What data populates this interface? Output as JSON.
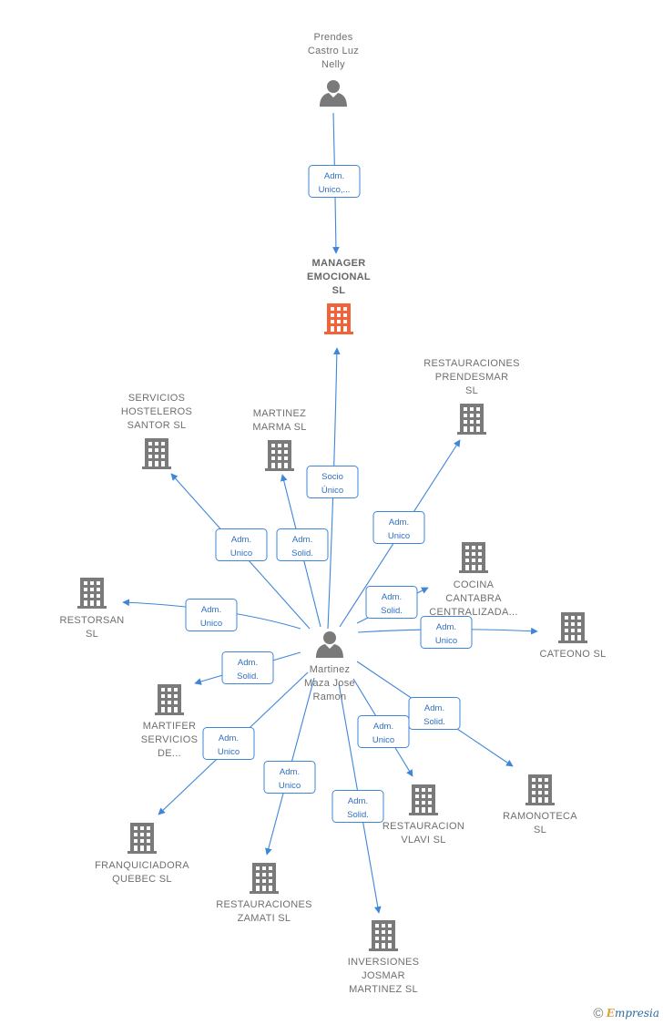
{
  "colors": {
    "edge": "#3f86d8",
    "node": "#7a7a7a",
    "focus": "#f2633a"
  },
  "people": [
    {
      "id": "prendes",
      "label": [
        "Prendes",
        "Castro Luz",
        "Nelly"
      ],
      "icon": "person-icon"
    },
    {
      "id": "martinez",
      "label": [
        "Martinez",
        "Maza Jose",
        "Ramon"
      ],
      "icon": "person-icon"
    }
  ],
  "companies": [
    {
      "id": "manager",
      "label": [
        "MANAGER",
        "EMOCIONAL",
        "SL"
      ],
      "focus": true,
      "icon": "building-icon"
    },
    {
      "id": "restprendesmar",
      "label": [
        "RESTAURACIONES",
        "PRENDESMAR",
        "SL"
      ],
      "icon": "building-icon"
    },
    {
      "id": "servicios",
      "label": [
        "SERVICIOS",
        "HOSTELEROS",
        "SANTOR  SL"
      ],
      "icon": "building-icon"
    },
    {
      "id": "marma",
      "label": [
        "MARTINEZ",
        "MARMA  SL"
      ],
      "icon": "building-icon"
    },
    {
      "id": "cocina",
      "label": [
        "COCINA",
        "CANTABRA",
        "CENTRALIZADA..."
      ],
      "icon": "building-icon"
    },
    {
      "id": "restorsan",
      "label": [
        "RESTORSAN",
        "SL"
      ],
      "icon": "building-icon"
    },
    {
      "id": "cateono",
      "label": [
        "CATEONO  SL"
      ],
      "icon": "building-icon"
    },
    {
      "id": "martifer",
      "label": [
        "MARTIFER",
        "SERVICIOS",
        "DE..."
      ],
      "icon": "building-icon"
    },
    {
      "id": "ramonoteca",
      "label": [
        "RAMONOTECA",
        "SL"
      ],
      "icon": "building-icon"
    },
    {
      "id": "vlavi",
      "label": [
        "RESTAURACION",
        "VLAVI  SL"
      ],
      "icon": "building-icon"
    },
    {
      "id": "franquiciadora",
      "label": [
        "FRANQUICIADORA",
        "QUEBEC  SL"
      ],
      "icon": "building-icon"
    },
    {
      "id": "zamati",
      "label": [
        "RESTAURACIONES",
        "ZAMATI  SL"
      ],
      "icon": "building-icon"
    },
    {
      "id": "josmar",
      "label": [
        "INVERSIONES",
        "JOSMAR",
        "MARTINEZ  SL"
      ],
      "icon": "building-icon"
    }
  ],
  "edges": [
    {
      "from": "prendes",
      "to": "manager",
      "label": [
        "Adm.",
        "Unico,..."
      ]
    },
    {
      "from": "martinez",
      "to": "manager",
      "label": [
        "Socio",
        "Único"
      ]
    },
    {
      "from": "martinez",
      "to": "restprendesmar",
      "label": [
        "Adm.",
        "Unico"
      ]
    },
    {
      "from": "martinez",
      "to": "servicios",
      "label": [
        "Adm.",
        "Unico"
      ]
    },
    {
      "from": "martinez",
      "to": "marma",
      "label": [
        "Adm.",
        "Solid."
      ]
    },
    {
      "from": "martinez",
      "to": "cocina",
      "label": [
        "Adm.",
        "Solid."
      ]
    },
    {
      "from": "martinez",
      "to": "restorsan",
      "label": [
        "Adm.",
        "Unico"
      ]
    },
    {
      "from": "martinez",
      "to": "cateono",
      "label": [
        "Adm.",
        "Unico"
      ]
    },
    {
      "from": "martinez",
      "to": "martifer",
      "label": [
        "Adm.",
        "Solid."
      ]
    },
    {
      "from": "martinez",
      "to": "ramonoteca",
      "label": [
        "Adm.",
        "Solid."
      ]
    },
    {
      "from": "martinez",
      "to": "vlavi",
      "label": [
        "Adm.",
        "Unico"
      ]
    },
    {
      "from": "martinez",
      "to": "franquiciadora",
      "label": [
        "Adm.",
        "Unico"
      ]
    },
    {
      "from": "martinez",
      "to": "zamati",
      "label": [
        "Adm.",
        "Unico"
      ]
    },
    {
      "from": "martinez",
      "to": "josmar",
      "label": [
        "Adm.",
        "Solid."
      ]
    }
  ],
  "watermark": {
    "symbol": "©",
    "brand_initial": "E",
    "brand_rest": "mpresia"
  }
}
